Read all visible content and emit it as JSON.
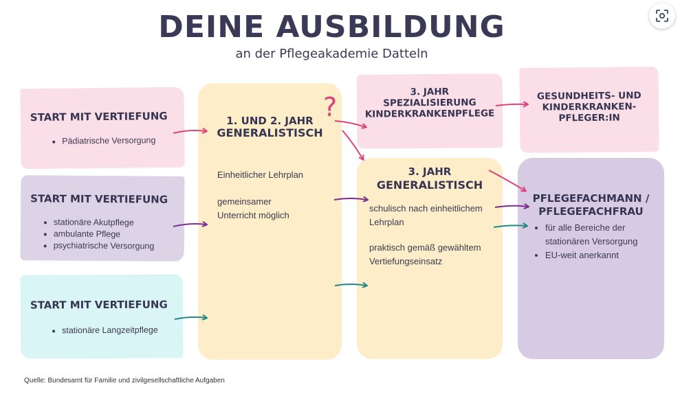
{
  "title": "DEINE AUSBILDUNG",
  "subtitle": "an der Pflegeakademie Datteln",
  "start_boxes": [
    {
      "heading": "START MIT VERTIEFUNG",
      "items": [
        "Pädiatrische Versorgung"
      ],
      "color": "#fbdfe8"
    },
    {
      "heading": "START MIT VERTIEFUNG",
      "items": [
        "stationäre Akutpflege",
        "ambulante Pflege",
        "psychiatrische Versorgung"
      ],
      "color": "#ddd3e6"
    },
    {
      "heading": "START MIT VERTIEFUNG",
      "items": [
        "stationäre Langzeitpflege"
      ],
      "color": "#d9f5f6"
    }
  ],
  "middle_box": {
    "heading_line1": "1. UND 2. JAHR",
    "heading_line2": "GENERALISTISCH",
    "text1": "Einheitlicher Lehrplan",
    "text2_line1": "gemeinsamer",
    "text2_line2": "Unterricht möglich",
    "color": "#fdeec9"
  },
  "question_mark": "?",
  "specialization_box": {
    "line1": "3. JAHR",
    "line2": "SPEZIALISIERUNG",
    "line3": "KINDERKRANKENPFLEGE",
    "color": "#fbdfe8"
  },
  "third_year_box": {
    "heading_line1": "3. JAHR",
    "heading_line2": "GENERALISTISCH",
    "text1_line1": "schulisch nach einheitlichem",
    "text1_line2": "Lehrplan",
    "text2_line1": "praktisch gemäß gewähltem",
    "text2_line2": "Vertiefungseinsatz",
    "color": "#fdeec9"
  },
  "result_pink": {
    "line1": "GESUNDHEITS- UND",
    "line2": "KINDERKRANKEN-",
    "line3": "PFLEGER:IN",
    "color": "#fbdfe8"
  },
  "result_violet": {
    "line1": "PFLEGEFACHMANN /",
    "line2": "PFLEGEFACHFRAU",
    "items": [
      "für alle Bereiche der stationären Versorgung",
      "EU-weit anerkannt"
    ],
    "color": "#d6cbe3"
  },
  "source": "Quelle: Bundesamt für Familie und zivilgesellschaftliche Aufgaben",
  "colors": {
    "arrow_pink": "#e0407a",
    "arrow_purple": "#7a2e8c",
    "arrow_teal": "#1e8a86"
  },
  "icons": {
    "expand": "focus-expand-icon"
  }
}
